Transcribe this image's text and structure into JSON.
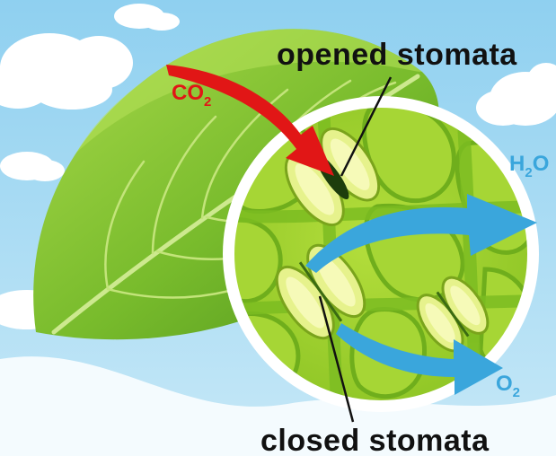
{
  "labels": {
    "opened_stomata": "opened stomata",
    "closed_stomata": "closed stomata",
    "co2": {
      "base": "CO",
      "sub": "2"
    },
    "h2o": {
      "base": "H",
      "sub": "2",
      "tail": "O"
    },
    "o2": {
      "base": "O",
      "sub": "2"
    }
  },
  "colors": {
    "sky": "#a9dcf3",
    "cloud": "#ffffff",
    "leaf_light": "#9bd23a",
    "leaf_dark": "#4e9a1c",
    "cell_fill": "#9ccf2c",
    "co2_arrow": "#e11616",
    "gas_arrow": "#3aa6dc",
    "text": "#111111"
  },
  "icons": [
    "cloud-icon",
    "leaf-icon",
    "stomata-cell-icon",
    "arrow-icon"
  ]
}
